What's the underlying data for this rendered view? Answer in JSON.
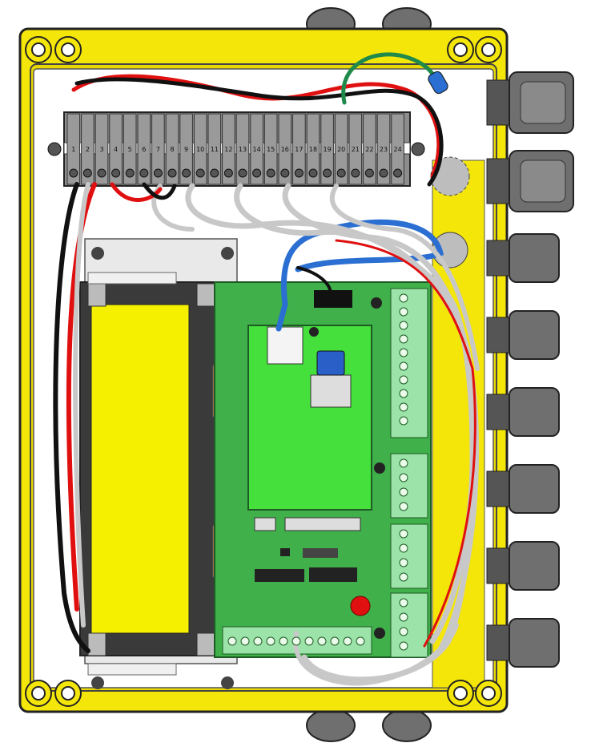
{
  "terminal_block": {
    "labels": [
      "1",
      "2",
      "3",
      "4",
      "5",
      "6",
      "7",
      "8",
      "9",
      "10",
      "11",
      "12",
      "13",
      "14",
      "15",
      "16",
      "17",
      "18",
      "19",
      "20",
      "21",
      "22",
      "23",
      "24"
    ]
  },
  "colors": {
    "enclosure": "#f5e60a",
    "enclosure_edge": "#8a7d00",
    "backplate": "#ffffff",
    "pcb": "#3fb04a",
    "pcb_sub": "#45e03c",
    "wire_red": "#e01010",
    "wire_black": "#111111",
    "wire_gray": "#c8c8c8",
    "wire_blue": "#2a6fd1",
    "wire_green": "#1f8a4a",
    "gland": "#6f6f6f",
    "display": "#f5f000",
    "connector_green": "#9be3a8"
  }
}
